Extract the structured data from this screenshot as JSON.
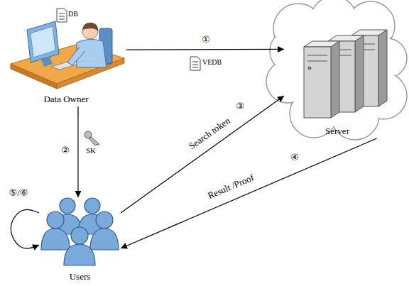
{
  "diagram": {
    "nodes": [
      {
        "text": [
          "Data Owner"
        ]
      },
      {
        "text": [
          "Server"
        ]
      },
      {
        "text": [
          "Users"
        ]
      }
    ],
    "edges": [
      {
        "from": 0,
        "to": 1,
        "arrow": "to",
        "label": "①"
      },
      {
        "from": 0,
        "to": 2,
        "arrow": "to",
        "label": "②"
      },
      {
        "from": 2,
        "to": 1,
        "arrow": "to",
        "label": "Search token"
      },
      {
        "from": 1,
        "to": 2,
        "arrow": "to",
        "label": "Result /Proof"
      },
      {
        "from": 2,
        "to": 2,
        "arrow": "to",
        "label": "⑤/⑥"
      }
    ],
    "labels": [
      "DB",
      "VEDB",
      "SK",
      "③",
      "④"
    ]
  }
}
